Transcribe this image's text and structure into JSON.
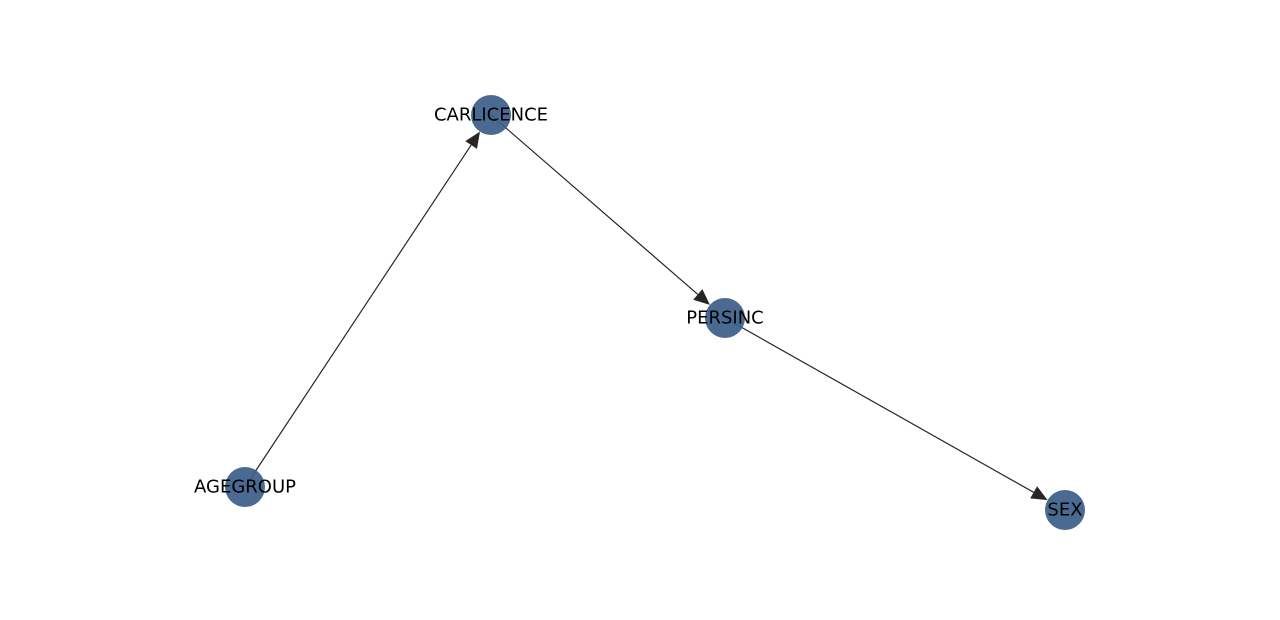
{
  "diagram": {
    "nodes": [
      {
        "id": "CARLICENCE",
        "label": "CARLICENCE"
      },
      {
        "id": "PERSINC",
        "label": "PERSINC"
      },
      {
        "id": "AGEGROUP",
        "label": "AGEGROUP"
      },
      {
        "id": "SEX",
        "label": "SEX"
      }
    ],
    "edges": [
      {
        "from": "AGEGROUP",
        "to": "CARLICENCE"
      },
      {
        "from": "CARLICENCE",
        "to": "PERSINC"
      },
      {
        "from": "PERSINC",
        "to": "SEX"
      }
    ],
    "node_color": "#3d5f8a",
    "edge_color": "#262626"
  }
}
